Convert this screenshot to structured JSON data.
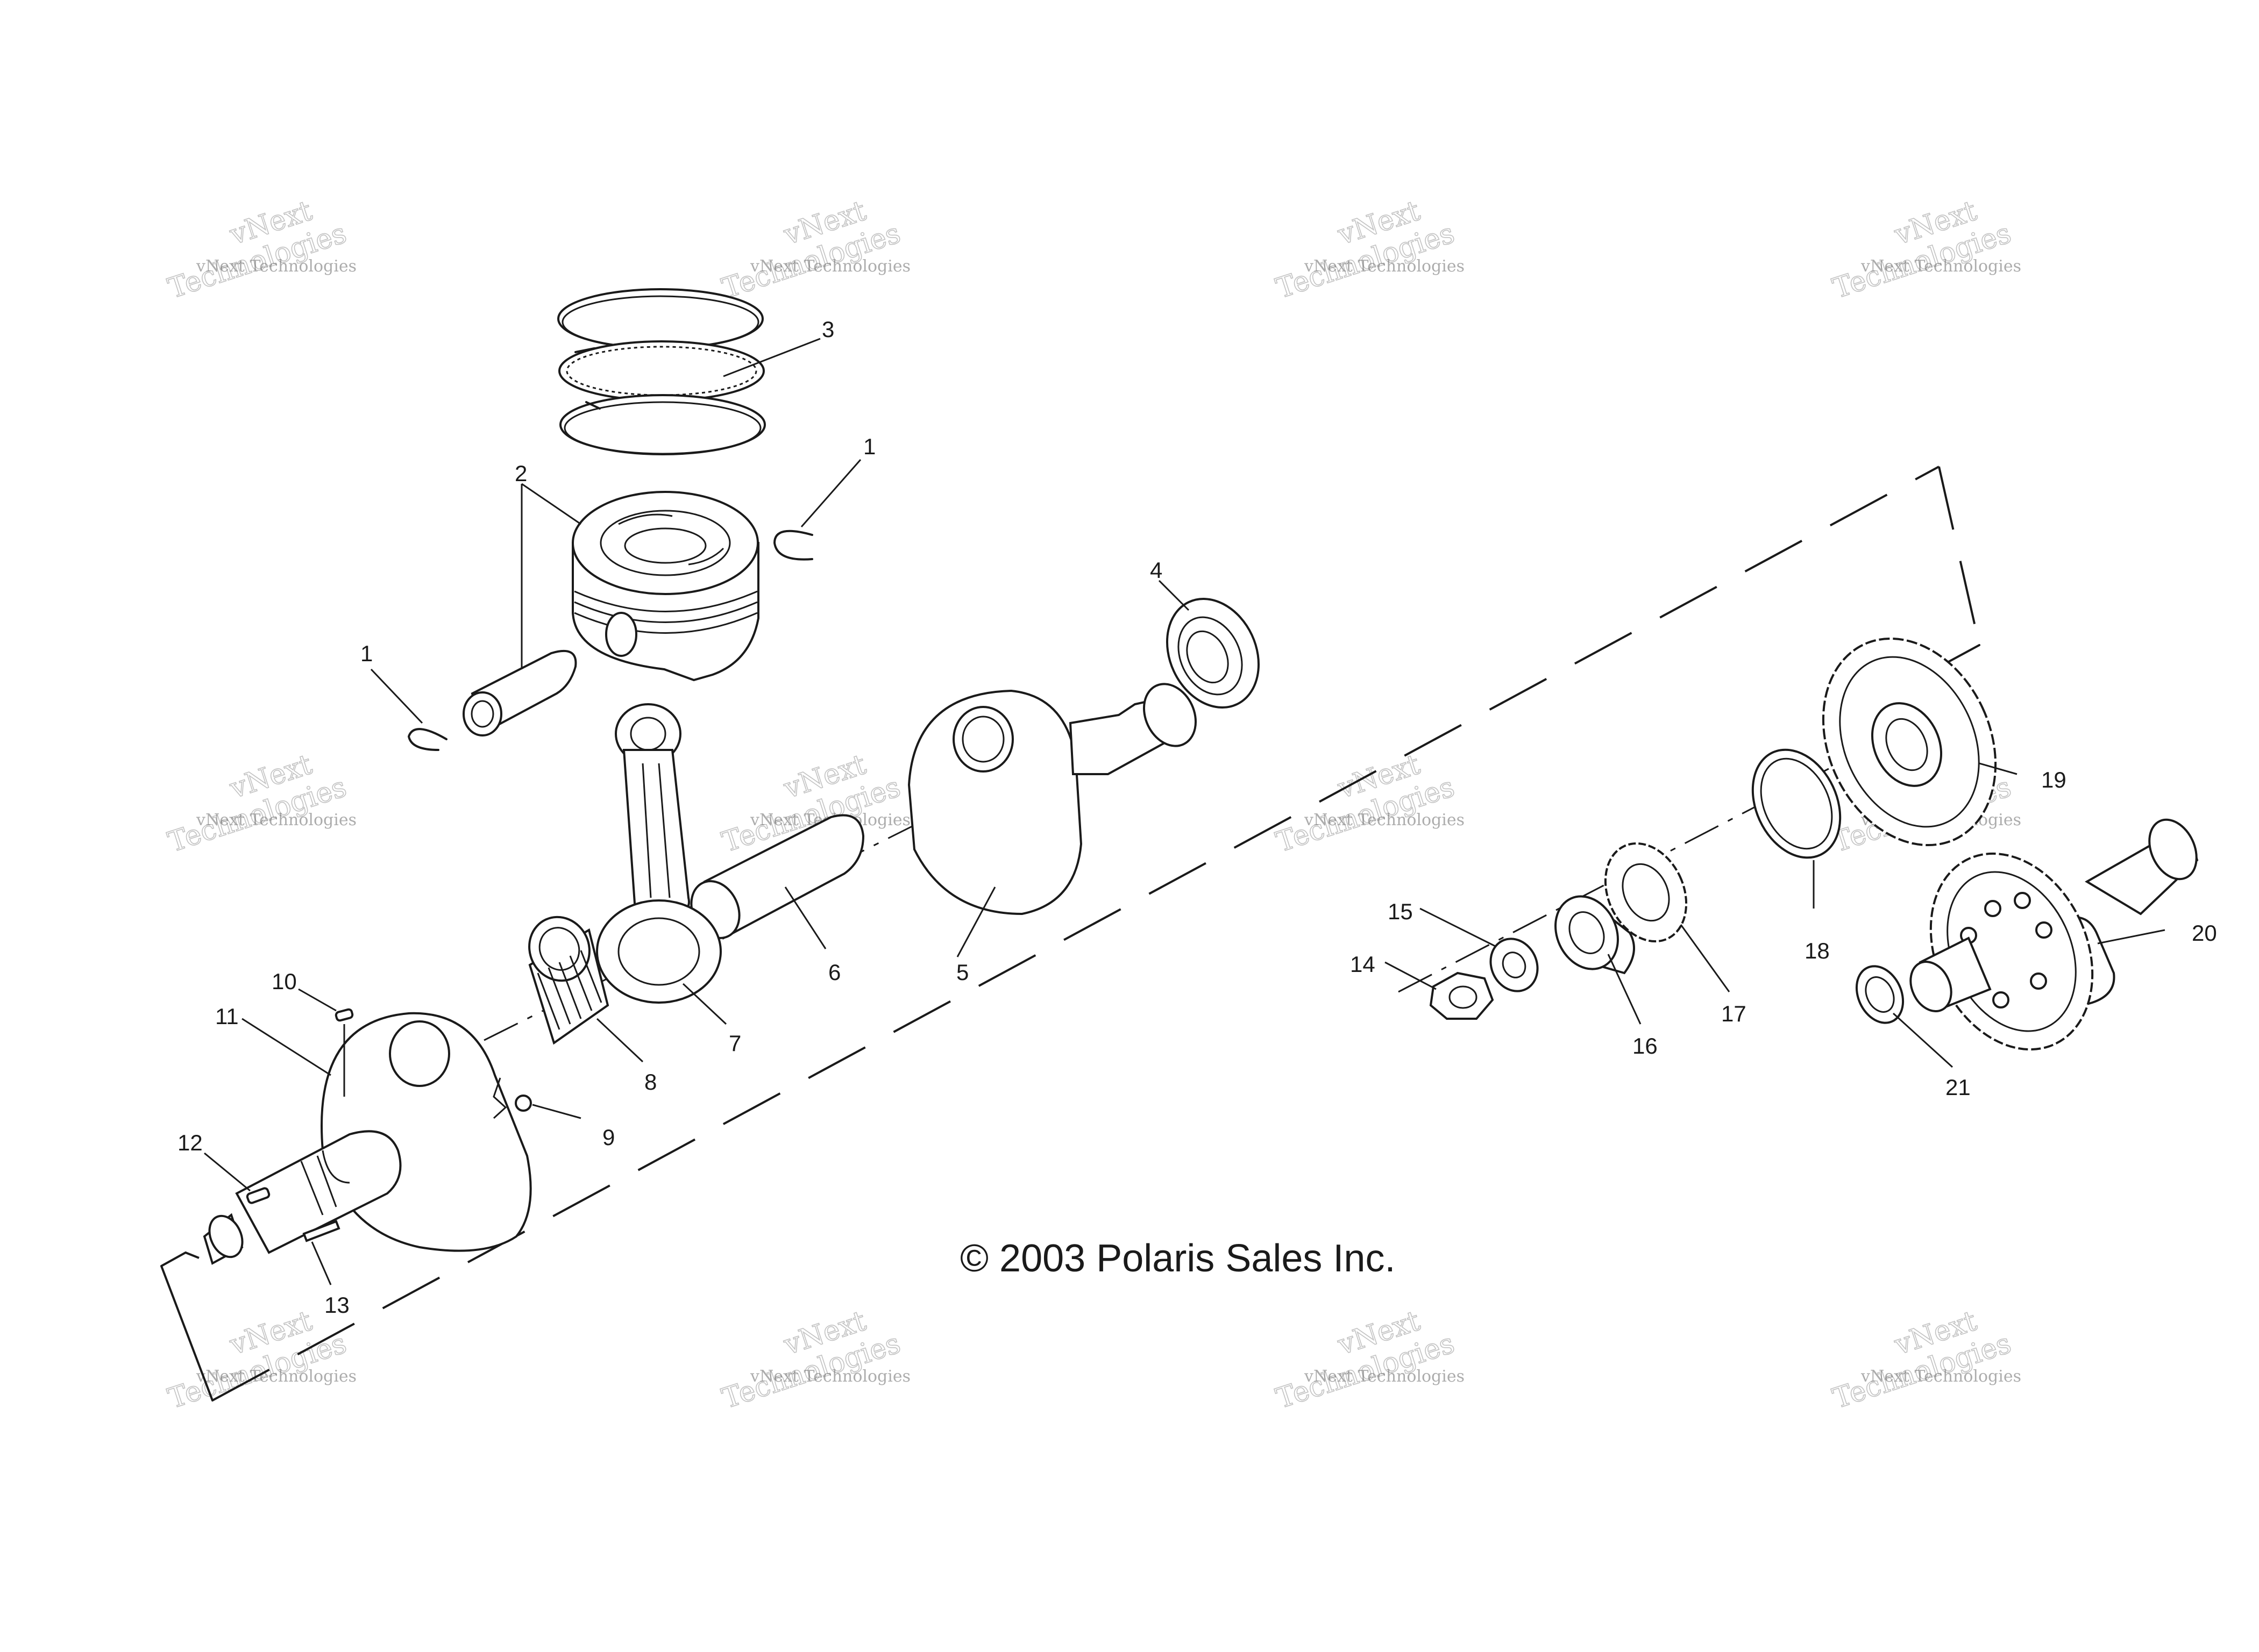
{
  "copyright": "© 2003 Polaris Sales Inc.",
  "watermark": {
    "line_small": "vNext Technologies",
    "word_1": "vNext",
    "word_2": "Technologies"
  },
  "callouts": [
    "1",
    "1",
    "2",
    "3",
    "4",
    "5",
    "6",
    "7",
    "8",
    "9",
    "10",
    "11",
    "12",
    "13",
    "14",
    "15",
    "16",
    "17",
    "18",
    "19",
    "20",
    "21"
  ],
  "colors": {
    "ink": "#1a1a1a",
    "watermark": "#9a9a9a",
    "background": "#ffffff"
  }
}
